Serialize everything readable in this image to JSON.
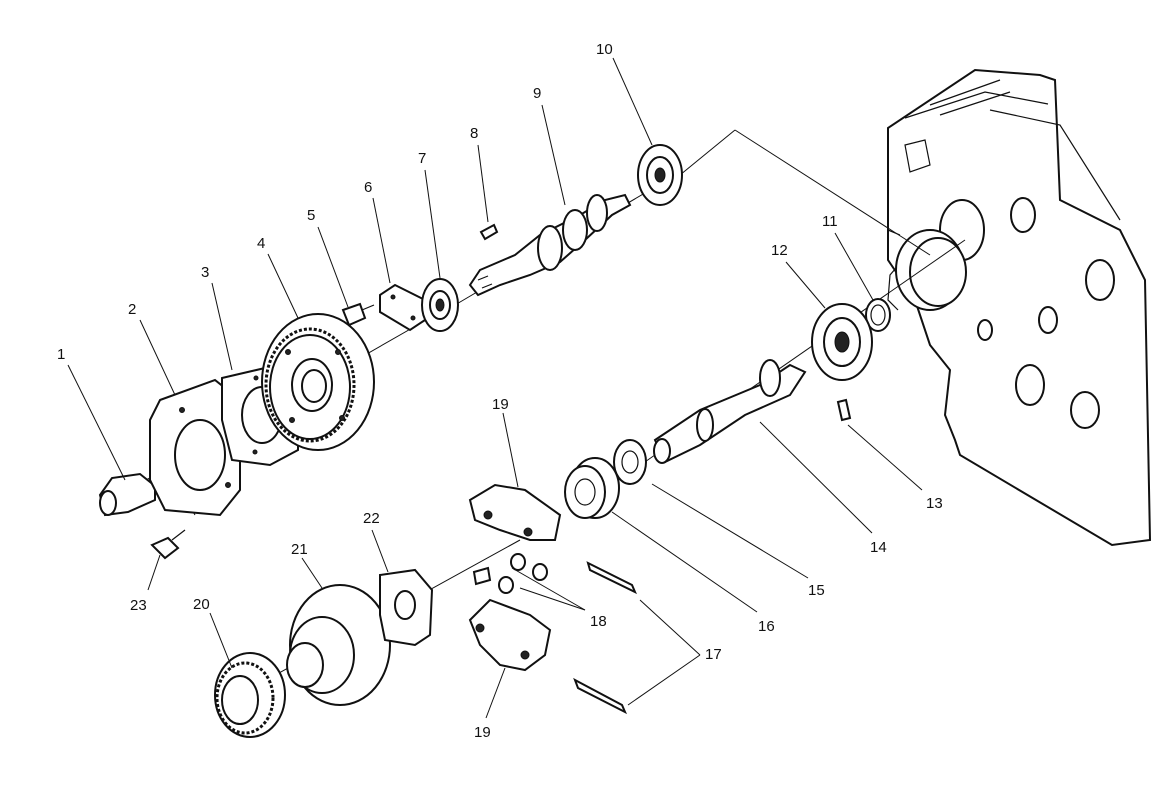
{
  "callouts": [
    "1",
    "2",
    "3",
    "4",
    "5",
    "6",
    "7",
    "8",
    "9",
    "10",
    "11",
    "12",
    "13",
    "14",
    "15",
    "16",
    "17",
    "18",
    "19",
    "19",
    "20",
    "21",
    "22",
    "23"
  ]
}
